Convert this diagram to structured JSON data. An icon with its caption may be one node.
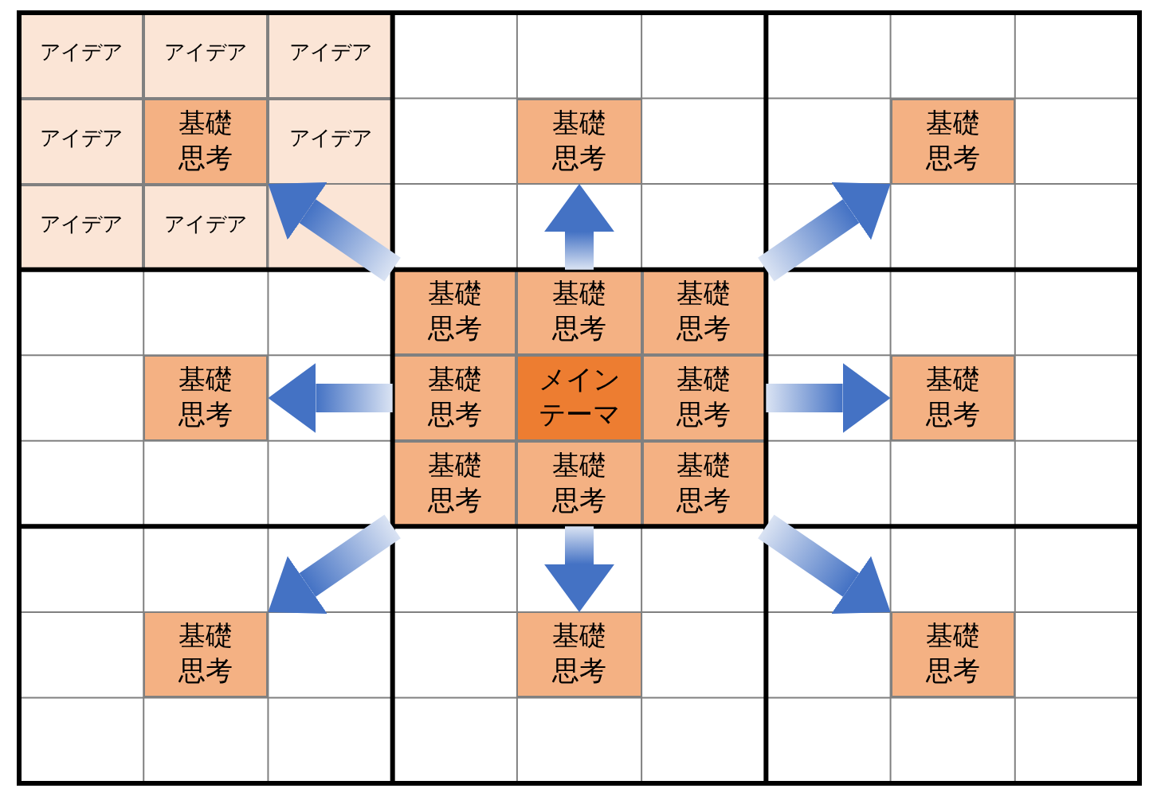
{
  "diagram": {
    "nodes": [
      {
        "text": [
          "アイデア"
        ]
      },
      {
        "text": [
          "アイデア"
        ]
      },
      {
        "text": [
          "アイデア"
        ]
      },
      {
        "text": [
          "アイデア"
        ]
      },
      {
        "text": [
          "基礎思考"
        ]
      },
      {
        "text": [
          "アイデア"
        ]
      },
      {
        "text": [
          "基礎思考"
        ]
      },
      {
        "text": [
          "基礎思考"
        ]
      },
      {
        "text": [
          "アイデア"
        ]
      },
      {
        "text": [
          "アイデア"
        ]
      },
      {
        "text": [
          "基礎思考"
        ]
      },
      {
        "text": [
          "基礎思考"
        ]
      },
      {
        "text": [
          "基礎思考"
        ]
      },
      {
        "text": [
          "基礎思考"
        ]
      },
      {
        "text": [
          "基礎思考"
        ]
      },
      {
        "text": [
          "メインテーマ"
        ]
      },
      {
        "text": [
          "基礎思考"
        ]
      },
      {
        "text": [
          "基礎思考"
        ]
      },
      {
        "text": [
          "基礎思考"
        ]
      },
      {
        "text": [
          "基礎思考"
        ]
      },
      {
        "text": [
          "基礎思考"
        ]
      },
      {
        "text": [
          "基礎思考"
        ]
      },
      {
        "text": [
          "基礎思考"
        ]
      },
      {
        "text": [
          "基礎思考"
        ]
      }
    ],
    "edges": [
      {
        "from": 10,
        "to": 4,
        "arrow": "to"
      },
      {
        "from": 11,
        "to": 6,
        "arrow": "to"
      },
      {
        "from": 12,
        "to": 7,
        "arrow": "to"
      },
      {
        "from": 14,
        "to": 13,
        "arrow": "to"
      },
      {
        "from": 16,
        "to": 17,
        "arrow": "to"
      },
      {
        "from": 18,
        "to": 21,
        "arrow": "to"
      },
      {
        "from": 19,
        "to": 22,
        "arrow": "to"
      },
      {
        "from": 20,
        "to": 23,
        "arrow": "to"
      }
    ]
  }
}
